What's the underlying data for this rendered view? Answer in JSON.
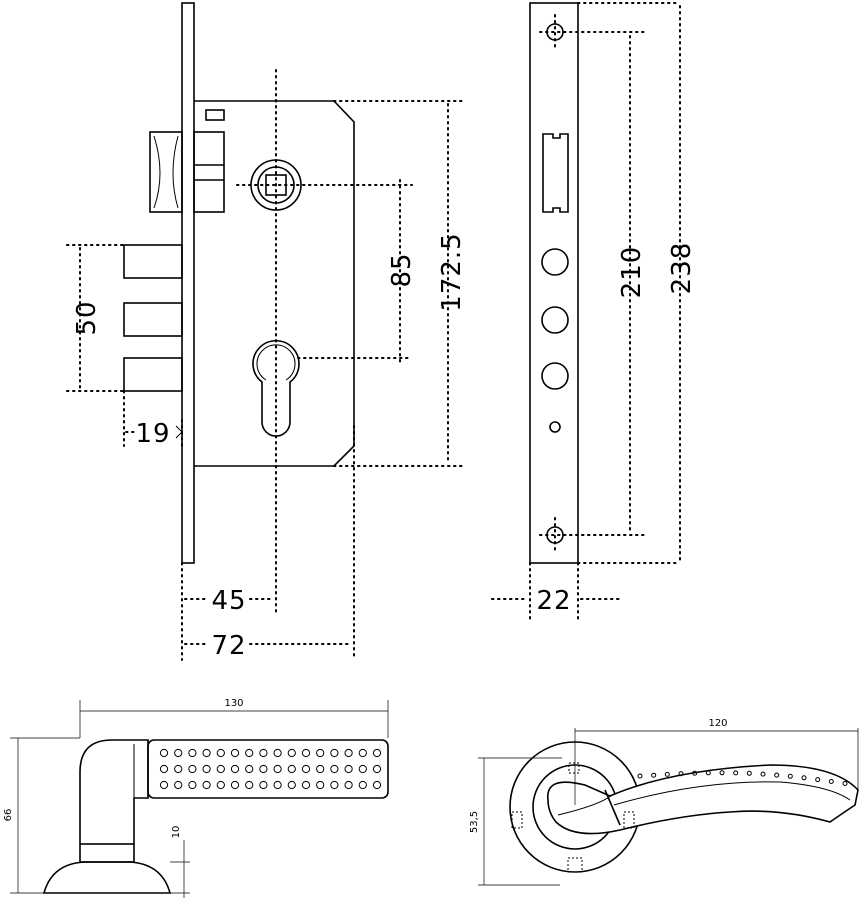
{
  "dimensions": {
    "lock_height": "172.5",
    "keyhole_spacing": "85",
    "bolt_spacing": "50",
    "bolt_projection": "19",
    "backset": "45",
    "body_depth": "72",
    "faceplate_screw_spacing": "210",
    "faceplate_length": "238",
    "faceplate_width": "22",
    "handle_length_side": "130",
    "handle_height": "66",
    "rosette_thickness": "10",
    "handle_length_top": "120",
    "rosette_diameter": "53,5"
  },
  "colors": {
    "line": "#000000",
    "background": "#ffffff"
  }
}
